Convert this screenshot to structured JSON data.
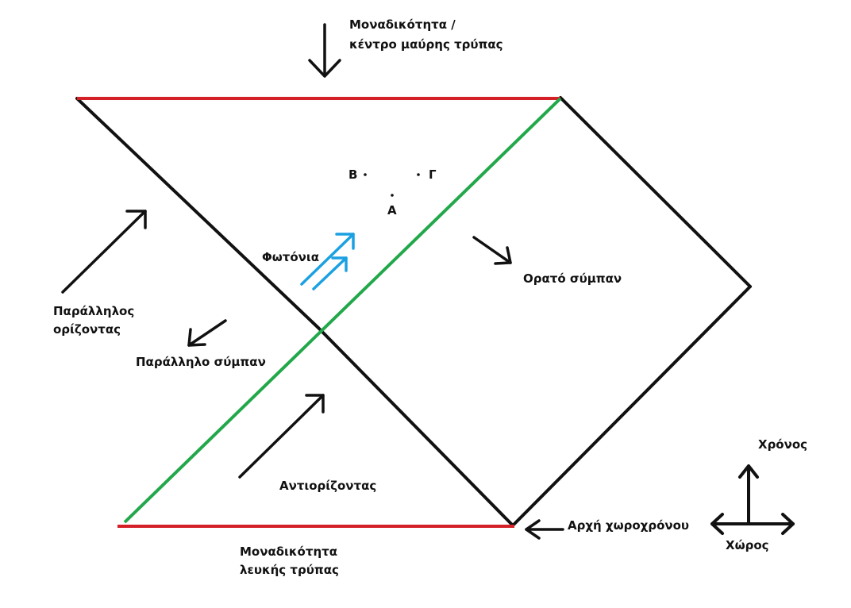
{
  "labels": {
    "singularity_top_line1": "Μοναδικότητα /",
    "singularity_top_line2": "κέντρο μαύρης τρύπας",
    "parallel_horizon_line1": "Παράλληλος",
    "parallel_horizon_line2": "ορίζοντας",
    "photons": "Φωτόνια",
    "visible_universe": "Ορατό σύμπαν",
    "parallel_universe": "Παράλληλο σύμπαν",
    "antihorizon": "Αντιορίζοντας",
    "spacetime_origin": "Αρχή χωροχρόνου",
    "white_hole_line1": "Μοναδικότητα",
    "white_hole_line2": "λευκής τρύπας",
    "time_axis": "Χρόνος",
    "space_axis": "Χώρος"
  },
  "points": {
    "a": "Α",
    "b": "Β",
    "c": "Γ"
  },
  "colors": {
    "singularity": "#d42027",
    "horizon": "#22a84a",
    "photon": "#1ba1e2",
    "ink": "#111111"
  },
  "icons": {
    "direction_arrow": "arrow-icon",
    "axes": "axes-icon"
  }
}
